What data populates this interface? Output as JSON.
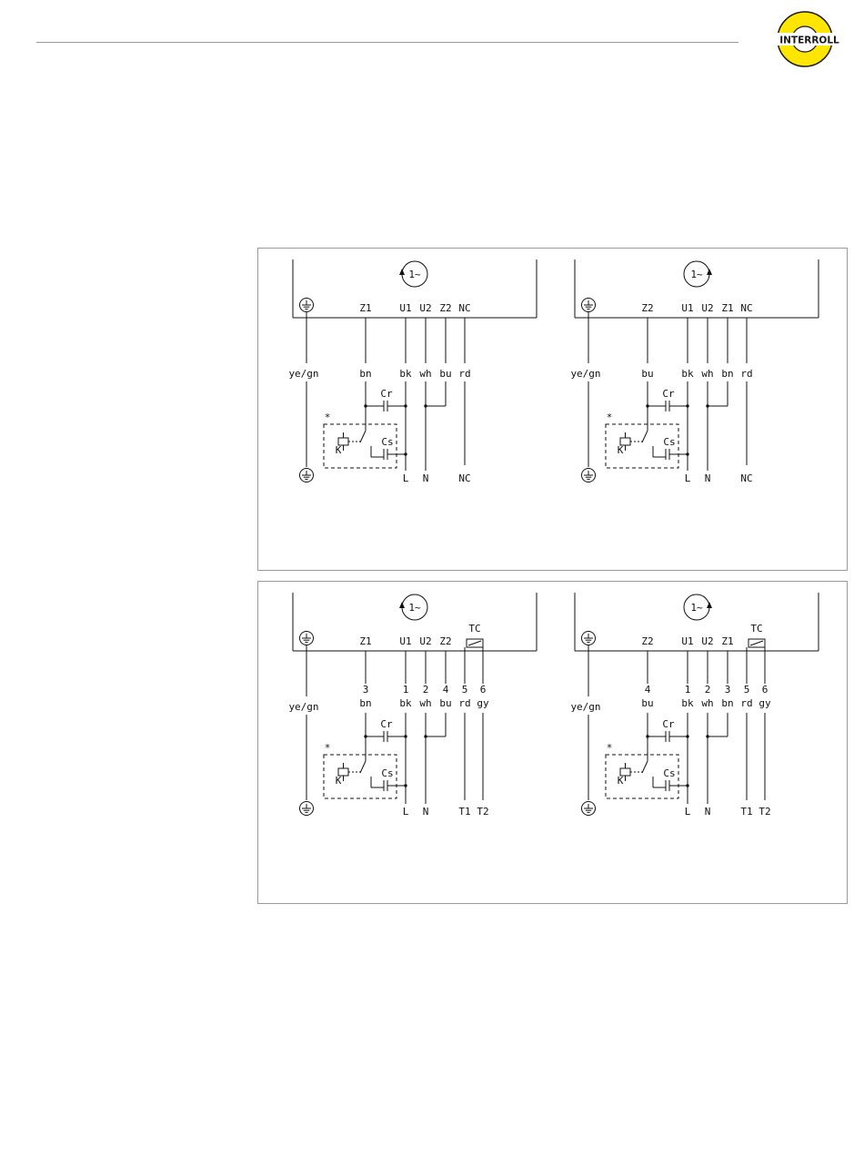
{
  "brand": {
    "name": "INTERROLL",
    "color_yellow": "#ffe600",
    "color_dark": "#1a1a1a"
  },
  "panels": [
    {
      "variant": "plain",
      "diagrams": [
        {
          "rotation": "ccw",
          "symbol": "1~",
          "terminals": [
            "Z1",
            "U1",
            "U2",
            "Z2",
            "NC"
          ],
          "numbers": [
            "",
            "",
            "",
            "",
            ""
          ],
          "wires": [
            "bn",
            "bk",
            "wh",
            "bu",
            "rd"
          ],
          "outputs": [
            "L",
            "N",
            "NC"
          ],
          "earth_wire": "ye/gn",
          "cap_run": "Cr",
          "cap_start": "Cs",
          "relay": "K",
          "asterisk": "*"
        },
        {
          "rotation": "cw",
          "symbol": "1~",
          "terminals": [
            "Z2",
            "U1",
            "U2",
            "Z1",
            "NC"
          ],
          "numbers": [
            "",
            "",
            "",
            "",
            ""
          ],
          "wires": [
            "bu",
            "bk",
            "wh",
            "bn",
            "rd"
          ],
          "outputs": [
            "L",
            "N",
            "NC"
          ],
          "earth_wire": "ye/gn",
          "cap_run": "Cr",
          "cap_start": "Cs",
          "relay": "K",
          "asterisk": "*"
        }
      ]
    },
    {
      "variant": "tc",
      "diagrams": [
        {
          "rotation": "ccw",
          "symbol": "1~",
          "terminals": [
            "Z1",
            "U1",
            "U2",
            "Z2"
          ],
          "tc_label": "TC",
          "numbers": [
            "3",
            "1",
            "2",
            "4",
            "5",
            "6"
          ],
          "wires": [
            "bn",
            "bk",
            "wh",
            "bu",
            "rd",
            "gy"
          ],
          "outputs": [
            "L",
            "N",
            "T1",
            "T2"
          ],
          "earth_wire": "ye/gn",
          "cap_run": "Cr",
          "cap_start": "Cs",
          "relay": "K",
          "asterisk": "*"
        },
        {
          "rotation": "cw",
          "symbol": "1~",
          "terminals": [
            "Z2",
            "U1",
            "U2",
            "Z1"
          ],
          "tc_label": "TC",
          "numbers": [
            "4",
            "1",
            "2",
            "3",
            "5",
            "6"
          ],
          "wires": [
            "bu",
            "bk",
            "wh",
            "bn",
            "rd",
            "gy"
          ],
          "outputs": [
            "L",
            "N",
            "T1",
            "T2"
          ],
          "earth_wire": "ye/gn",
          "cap_run": "Cr",
          "cap_start": "Cs",
          "relay": "K",
          "asterisk": "*"
        }
      ]
    }
  ]
}
